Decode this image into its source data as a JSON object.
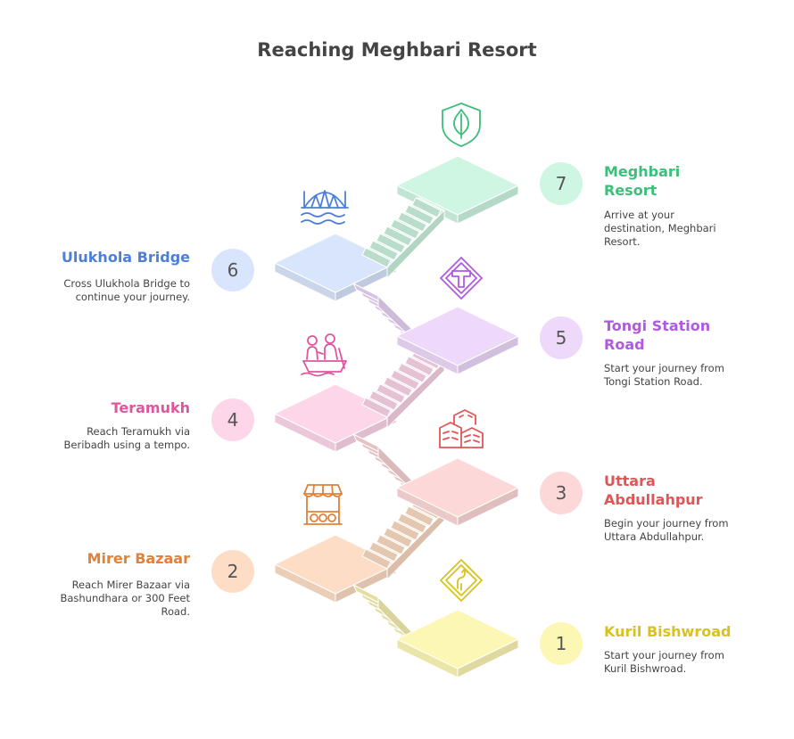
{
  "title": "Reaching Meghbari Resort",
  "steps": [
    {
      "number": "1",
      "title": "Kuril Bishwroad",
      "desc": "Start your journey from Kuril Bishwroad.",
      "color": "#D9C21E",
      "fill": "#FDF7B5",
      "icon": "road-sign-icon"
    },
    {
      "number": "2",
      "title": "Mirer Bazaar",
      "desc": "Reach Mirer Bazaar via Bashundhara or 300 Feet Road.",
      "color": "#E0823A",
      "fill": "#FDDDC5",
      "icon": "market-stall-icon"
    },
    {
      "number": "3",
      "title": "Uttara Abdullahpur",
      "desc": "Begin your journey from Uttara Abdullahpur.",
      "color": "#E05555",
      "fill": "#FDD8D8",
      "icon": "buildings-icon"
    },
    {
      "number": "4",
      "title": "Teramukh",
      "desc": "Reach Teramukh via Beribadh using a tempo.",
      "color": "#E0559E",
      "fill": "#FDD6EA",
      "icon": "boat-ride-icon"
    },
    {
      "number": "5",
      "title": "Tongi Station Road",
      "desc": "Start your journey from Tongi Station Road.",
      "color": "#B05ADF",
      "fill": "#EED9FB",
      "icon": "t-junction-sign-icon"
    },
    {
      "number": "6",
      "title": "Ulukhola Bridge",
      "desc": "Cross Ulukhola Bridge to continue your journey.",
      "color": "#4E7FD8",
      "fill": "#D9E5FC",
      "icon": "bridge-icon"
    },
    {
      "number": "7",
      "title": "Meghbari Resort",
      "desc": "Arrive at your destination, Meghbari Resort.",
      "color": "#3DBE7A",
      "fill": "#CFF6E2",
      "icon": "leaf-shield-icon"
    }
  ]
}
